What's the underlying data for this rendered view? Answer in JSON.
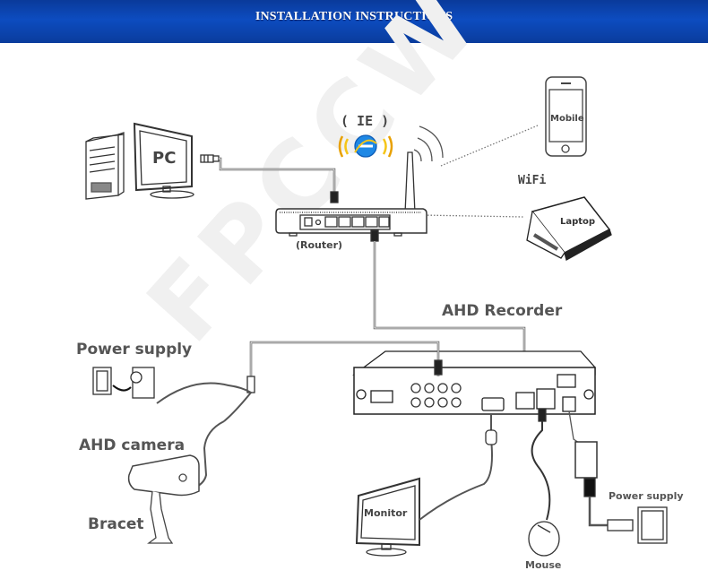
{
  "header": {
    "title": "INSTALLATION INSTRUCTIONS"
  },
  "watermark": "FPCCW",
  "labels": {
    "pc": "PC",
    "ie": "( IE )",
    "router": "(Router)",
    "mobile": "Mobile",
    "wifi": "WiFi",
    "laptop": "Laptop",
    "recorder": "AHD Recorder",
    "camera_power": "Power supply",
    "camera": "AHD camera",
    "bracket": "Bracet",
    "monitor": "Monitor",
    "mouse": "Mouse",
    "recorder_power": "Power supply"
  },
  "colors": {
    "header_blue": "#0d4cc0",
    "label_gray": "#555555",
    "ie_blue": "#1e88e5",
    "ie_wave": "#f5c518"
  }
}
